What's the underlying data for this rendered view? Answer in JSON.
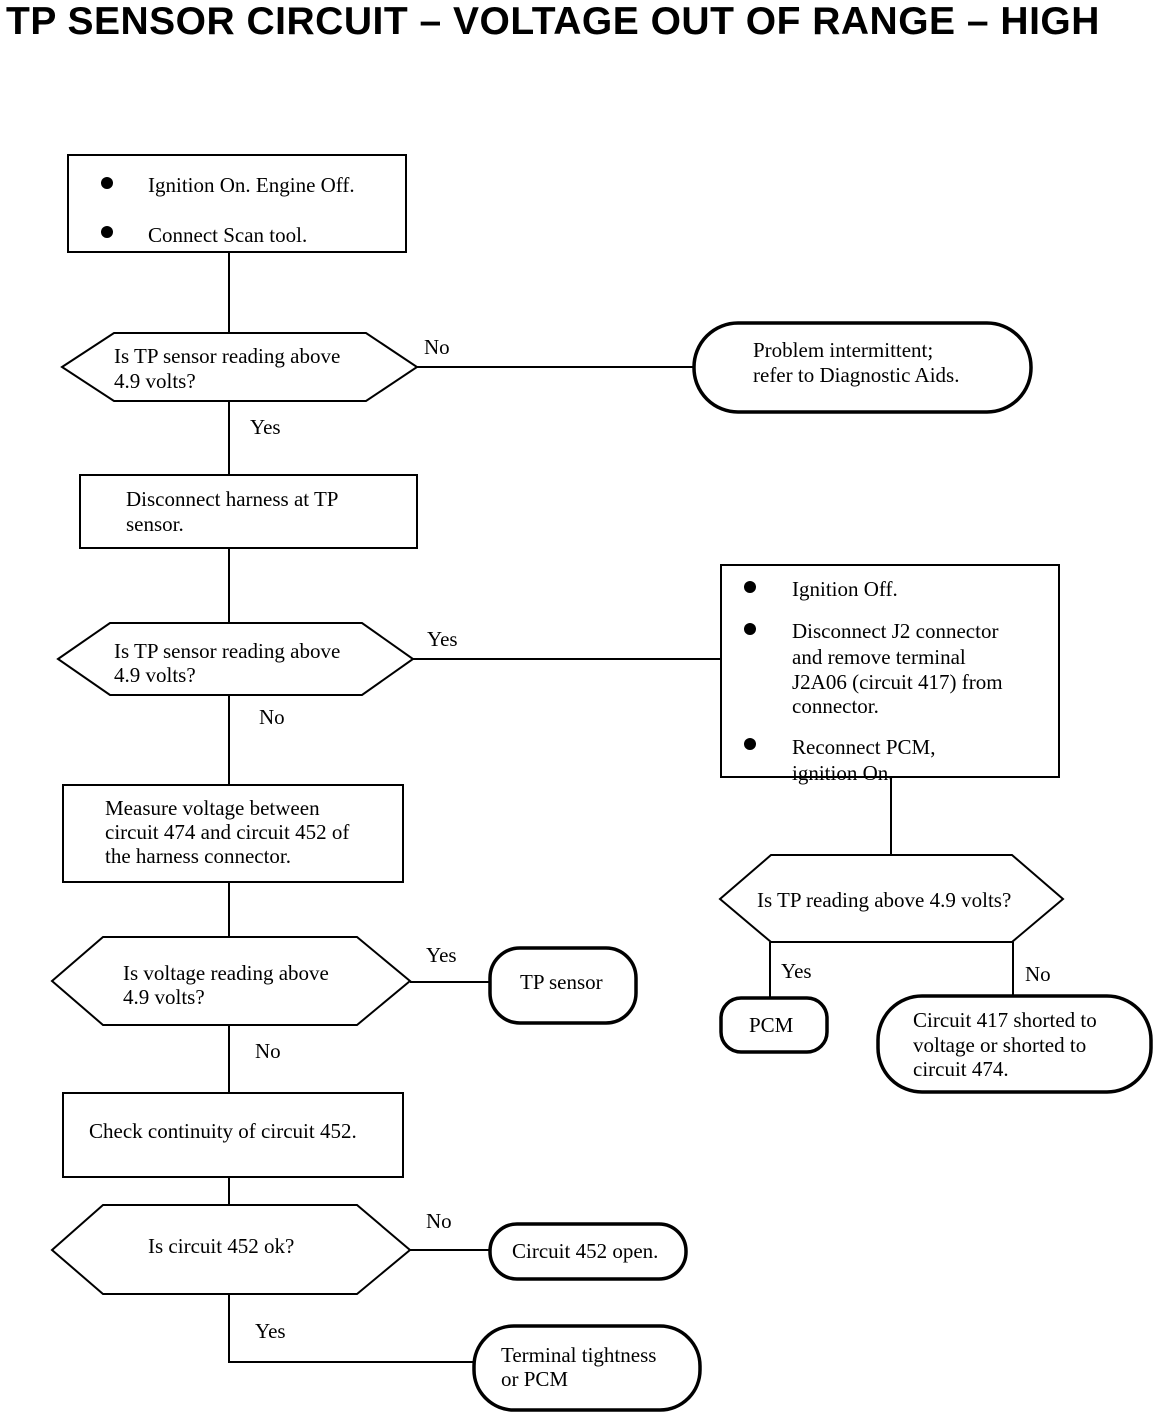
{
  "title": "TP SENSOR CIRCUIT  –  VOLTAGE OUT OF RANGE  –  HIGH",
  "nodes": {
    "start": {
      "bullets": [
        "Ignition On. Engine Off.",
        "Connect Scan tool."
      ]
    },
    "q1": {
      "lines": [
        "Is TP sensor reading above",
        "4.9 volts?"
      ]
    },
    "intermittent": {
      "lines": [
        "Problem intermittent;",
        "refer to Diagnostic Aids."
      ]
    },
    "disconnect": {
      "lines": [
        "Disconnect harness at TP",
        "sensor."
      ]
    },
    "q2": {
      "lines": [
        "Is TP sensor reading above",
        "4.9 volts?"
      ]
    },
    "j2_steps": {
      "bullet1": [
        "Ignition Off."
      ],
      "bullet2": [
        "Disconnect J2 connector",
        "and remove terminal",
        "J2A06 (circuit 417) from",
        "connector."
      ],
      "bullet3": [
        "Reconnect PCM,",
        "ignition On."
      ]
    },
    "measure": {
      "lines": [
        "Measure voltage between",
        "circuit 474 and circuit 452 of",
        "the harness connector."
      ]
    },
    "q_tp": {
      "lines": [
        "Is TP reading above 4.9 volts?"
      ]
    },
    "pcm": {
      "lines": [
        "PCM"
      ]
    },
    "c417": {
      "lines": [
        "Circuit 417 shorted to",
        "voltage or shorted to",
        "circuit 474."
      ]
    },
    "q3": {
      "lines": [
        "Is voltage reading above",
        "4.9 volts?"
      ]
    },
    "tp_sensor": {
      "lines": [
        "TP sensor"
      ]
    },
    "continuity": {
      "lines": [
        "Check continuity of circuit 452."
      ]
    },
    "q4": {
      "lines": [
        "Is circuit 452 ok?"
      ]
    },
    "c452_open": {
      "lines": [
        "Circuit 452 open."
      ]
    },
    "terminal": {
      "lines": [
        "Terminal tightness",
        "or PCM"
      ]
    }
  },
  "edge_labels": {
    "q1_no": "No",
    "q1_yes": "Yes",
    "q2_yes": "Yes",
    "q2_no": "No",
    "q3_yes": "Yes",
    "q3_no": "No",
    "qtp_yes": "Yes",
    "qtp_no": "No",
    "q4_no": "No",
    "q4_yes": "Yes"
  }
}
